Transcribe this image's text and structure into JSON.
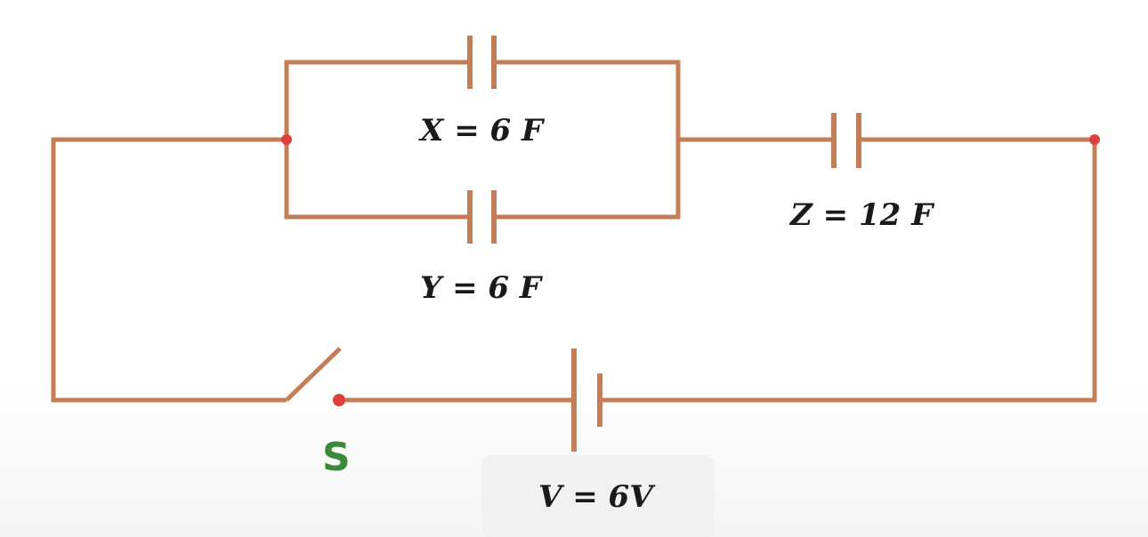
{
  "diagram": {
    "components": [
      {
        "id": "X",
        "type": "capacitor",
        "label": "X = 6 F"
      },
      {
        "id": "Y",
        "type": "capacitor",
        "label": "Y = 6 F"
      },
      {
        "id": "Z",
        "type": "capacitor",
        "label": "Z = 12 F"
      },
      {
        "id": "V",
        "type": "battery",
        "label": "V = 6V"
      },
      {
        "id": "S",
        "type": "switch",
        "label": "S",
        "state": "open"
      }
    ],
    "connections": "X and Y in parallel, in series with Z, battery V and switch S"
  },
  "colors": {
    "wire": "#c47e57",
    "node": "#e0403a",
    "switch_label": "#3a8a3a",
    "label": "#1a1a1a"
  }
}
